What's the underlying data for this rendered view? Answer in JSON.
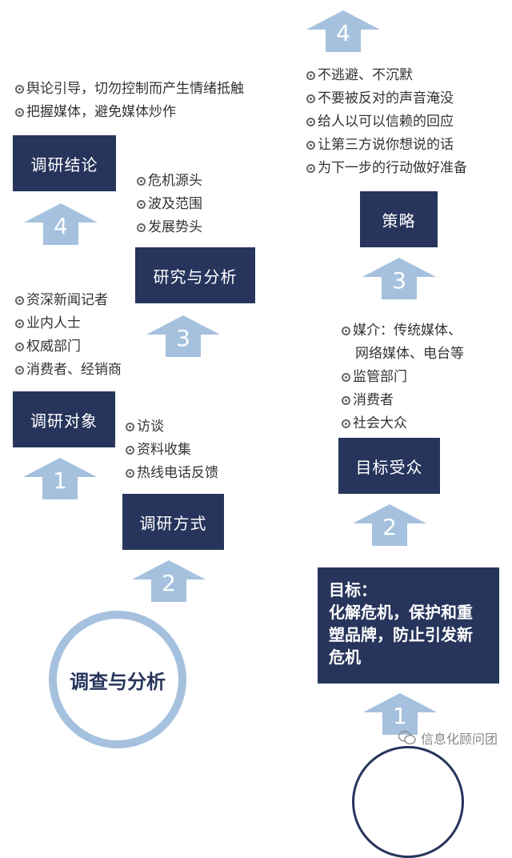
{
  "left": {
    "circle_label": "调查与分析",
    "steps": [
      {
        "number": "1",
        "box": "调研对象",
        "items": [
          "资深新闻记者",
          "业内人士",
          "权威部门",
          "消费者、经销商"
        ]
      },
      {
        "number": "2",
        "box": "调研方式",
        "items": [
          "访谈",
          "资料收集",
          "热线电话反馈"
        ]
      },
      {
        "number": "3",
        "box": "研究与分析",
        "items": [
          "危机源头",
          "波及范围",
          "发展势头"
        ]
      },
      {
        "number": "4",
        "box": "调研结论",
        "items": [
          "舆论引导，切勿控制而产生情绪抵触",
          "把握媒体，避免媒体炒作"
        ]
      }
    ]
  },
  "right": {
    "goal_title": "目标：",
    "goal_text": "化解危机，保护和重塑品牌，防止引发新危机",
    "steps": [
      {
        "number": "1"
      },
      {
        "number": "2",
        "box": "目标受众",
        "items": [
          "媒介：传统媒体、",
          "网络媒体、电台等",
          "监管部门",
          "消费者",
          "社会大众"
        ]
      },
      {
        "number": "3",
        "box": "策略",
        "items": [
          "不逃避、不沉默",
          "不要被反对的声音淹没",
          "给人以可以信赖的回应",
          "让第三方说你想说的话",
          "为下一步的行动做好准备"
        ]
      },
      {
        "number": "4"
      }
    ]
  },
  "watermark": "信息化顾问团",
  "colors": {
    "box": "#27355c",
    "arrow": "#a5c1de",
    "text": "#333333"
  }
}
